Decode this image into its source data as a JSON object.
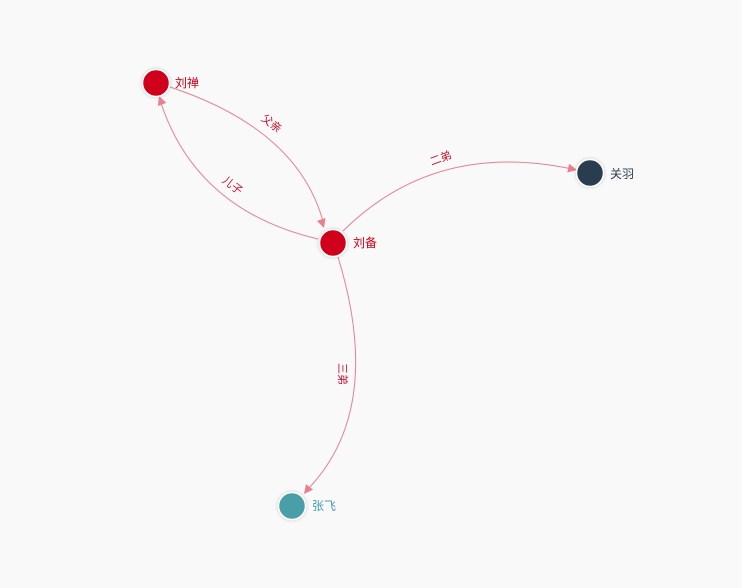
{
  "graph": {
    "nodes": [
      {
        "id": "liubei",
        "label": "刘备",
        "color": "#d0021b"
      },
      {
        "id": "liushan",
        "label": "刘禅",
        "color": "#d0021b"
      },
      {
        "id": "guanyu",
        "label": "关羽",
        "color": "#2c3e50"
      },
      {
        "id": "zhangfei",
        "label": "张飞",
        "color": "#4a9ea8"
      }
    ],
    "edges": [
      {
        "source": "liushan",
        "target": "liubei",
        "label": "父亲",
        "color": "#e88090"
      },
      {
        "source": "liubei",
        "target": "liushan",
        "label": "儿子",
        "color": "#e88090"
      },
      {
        "source": "liubei",
        "target": "guanyu",
        "label": "二弟",
        "color": "#e88090"
      },
      {
        "source": "liubei",
        "target": "zhangfei",
        "label": "三弟",
        "color": "#e88090"
      }
    ]
  }
}
